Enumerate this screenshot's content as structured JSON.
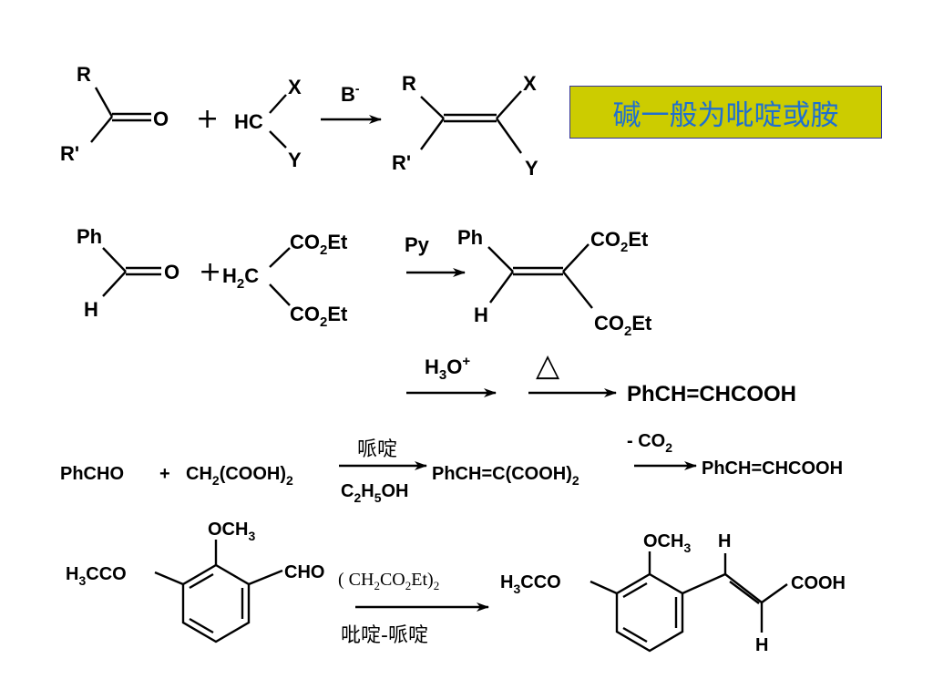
{
  "note": "碱一般为吡啶或胺",
  "r1": {
    "R": "R",
    "R_prime": "R'",
    "O": "O",
    "plus": "+",
    "HC": "HC",
    "X": "X",
    "Y": "Y",
    "reagent": "B",
    "reagent_sup": "-",
    "pR": "R",
    "pR_prime": "R'",
    "pX": "X",
    "pY": "Y"
  },
  "r2": {
    "Ph": "Ph",
    "H": "H",
    "O": "O",
    "plus": "+",
    "H2C_H": "H",
    "H2C_sub": "2",
    "H2C_C": "C",
    "est_a": "CO",
    "est_sub": "2",
    "est_b": "Et",
    "reagent": "Py",
    "pPh": "Ph",
    "pH": "H",
    "step1_a": "H",
    "step1_sub": "3",
    "step1_b": "O",
    "step1_sup": "+",
    "step2_symbol": "△",
    "product": "PhCH=CHCOOH"
  },
  "r3": {
    "reactant1": "PhCHO",
    "plus": "+",
    "reactant2_a": "CH",
    "reactant2_sub": "2",
    "reactant2_b": "(COOH)",
    "reactant2_sub2": "2",
    "above_arrow": "哌啶",
    "below_a": "C",
    "below_sub1": "2",
    "below_b": "H",
    "below_sub2": "5",
    "below_c": "OH",
    "intermediate_a": "PhCH=C(COOH)",
    "intermediate_sub": "2",
    "decarb_a": "- CO",
    "decarb_sub": "2",
    "product": "PhCH=CHCOOH"
  },
  "r4": {
    "OCH3_a": "OCH",
    "OCH3_sub": "3",
    "H3CCO_a": "H",
    "H3CCO_sub": "3",
    "H3CCO_b": "CCO",
    "CHO": "CHO",
    "reagent_a": "(",
    "reagent_b": "CH",
    "reagent_sub1": "2",
    "reagent_c": "CO",
    "reagent_sub2": "2",
    "reagent_d": "Et)",
    "reagent_sub3": "2",
    "catalyst": "吡啶-哌啶",
    "pOCH3_a": "OCH",
    "pOCH3_sub": "3",
    "pH3CCO_a": "H",
    "pH3CCO_sub": "3",
    "pH3CCO_b": "CCO",
    "H_top": "H",
    "H_bottom": "H",
    "COOH": "COOH"
  }
}
